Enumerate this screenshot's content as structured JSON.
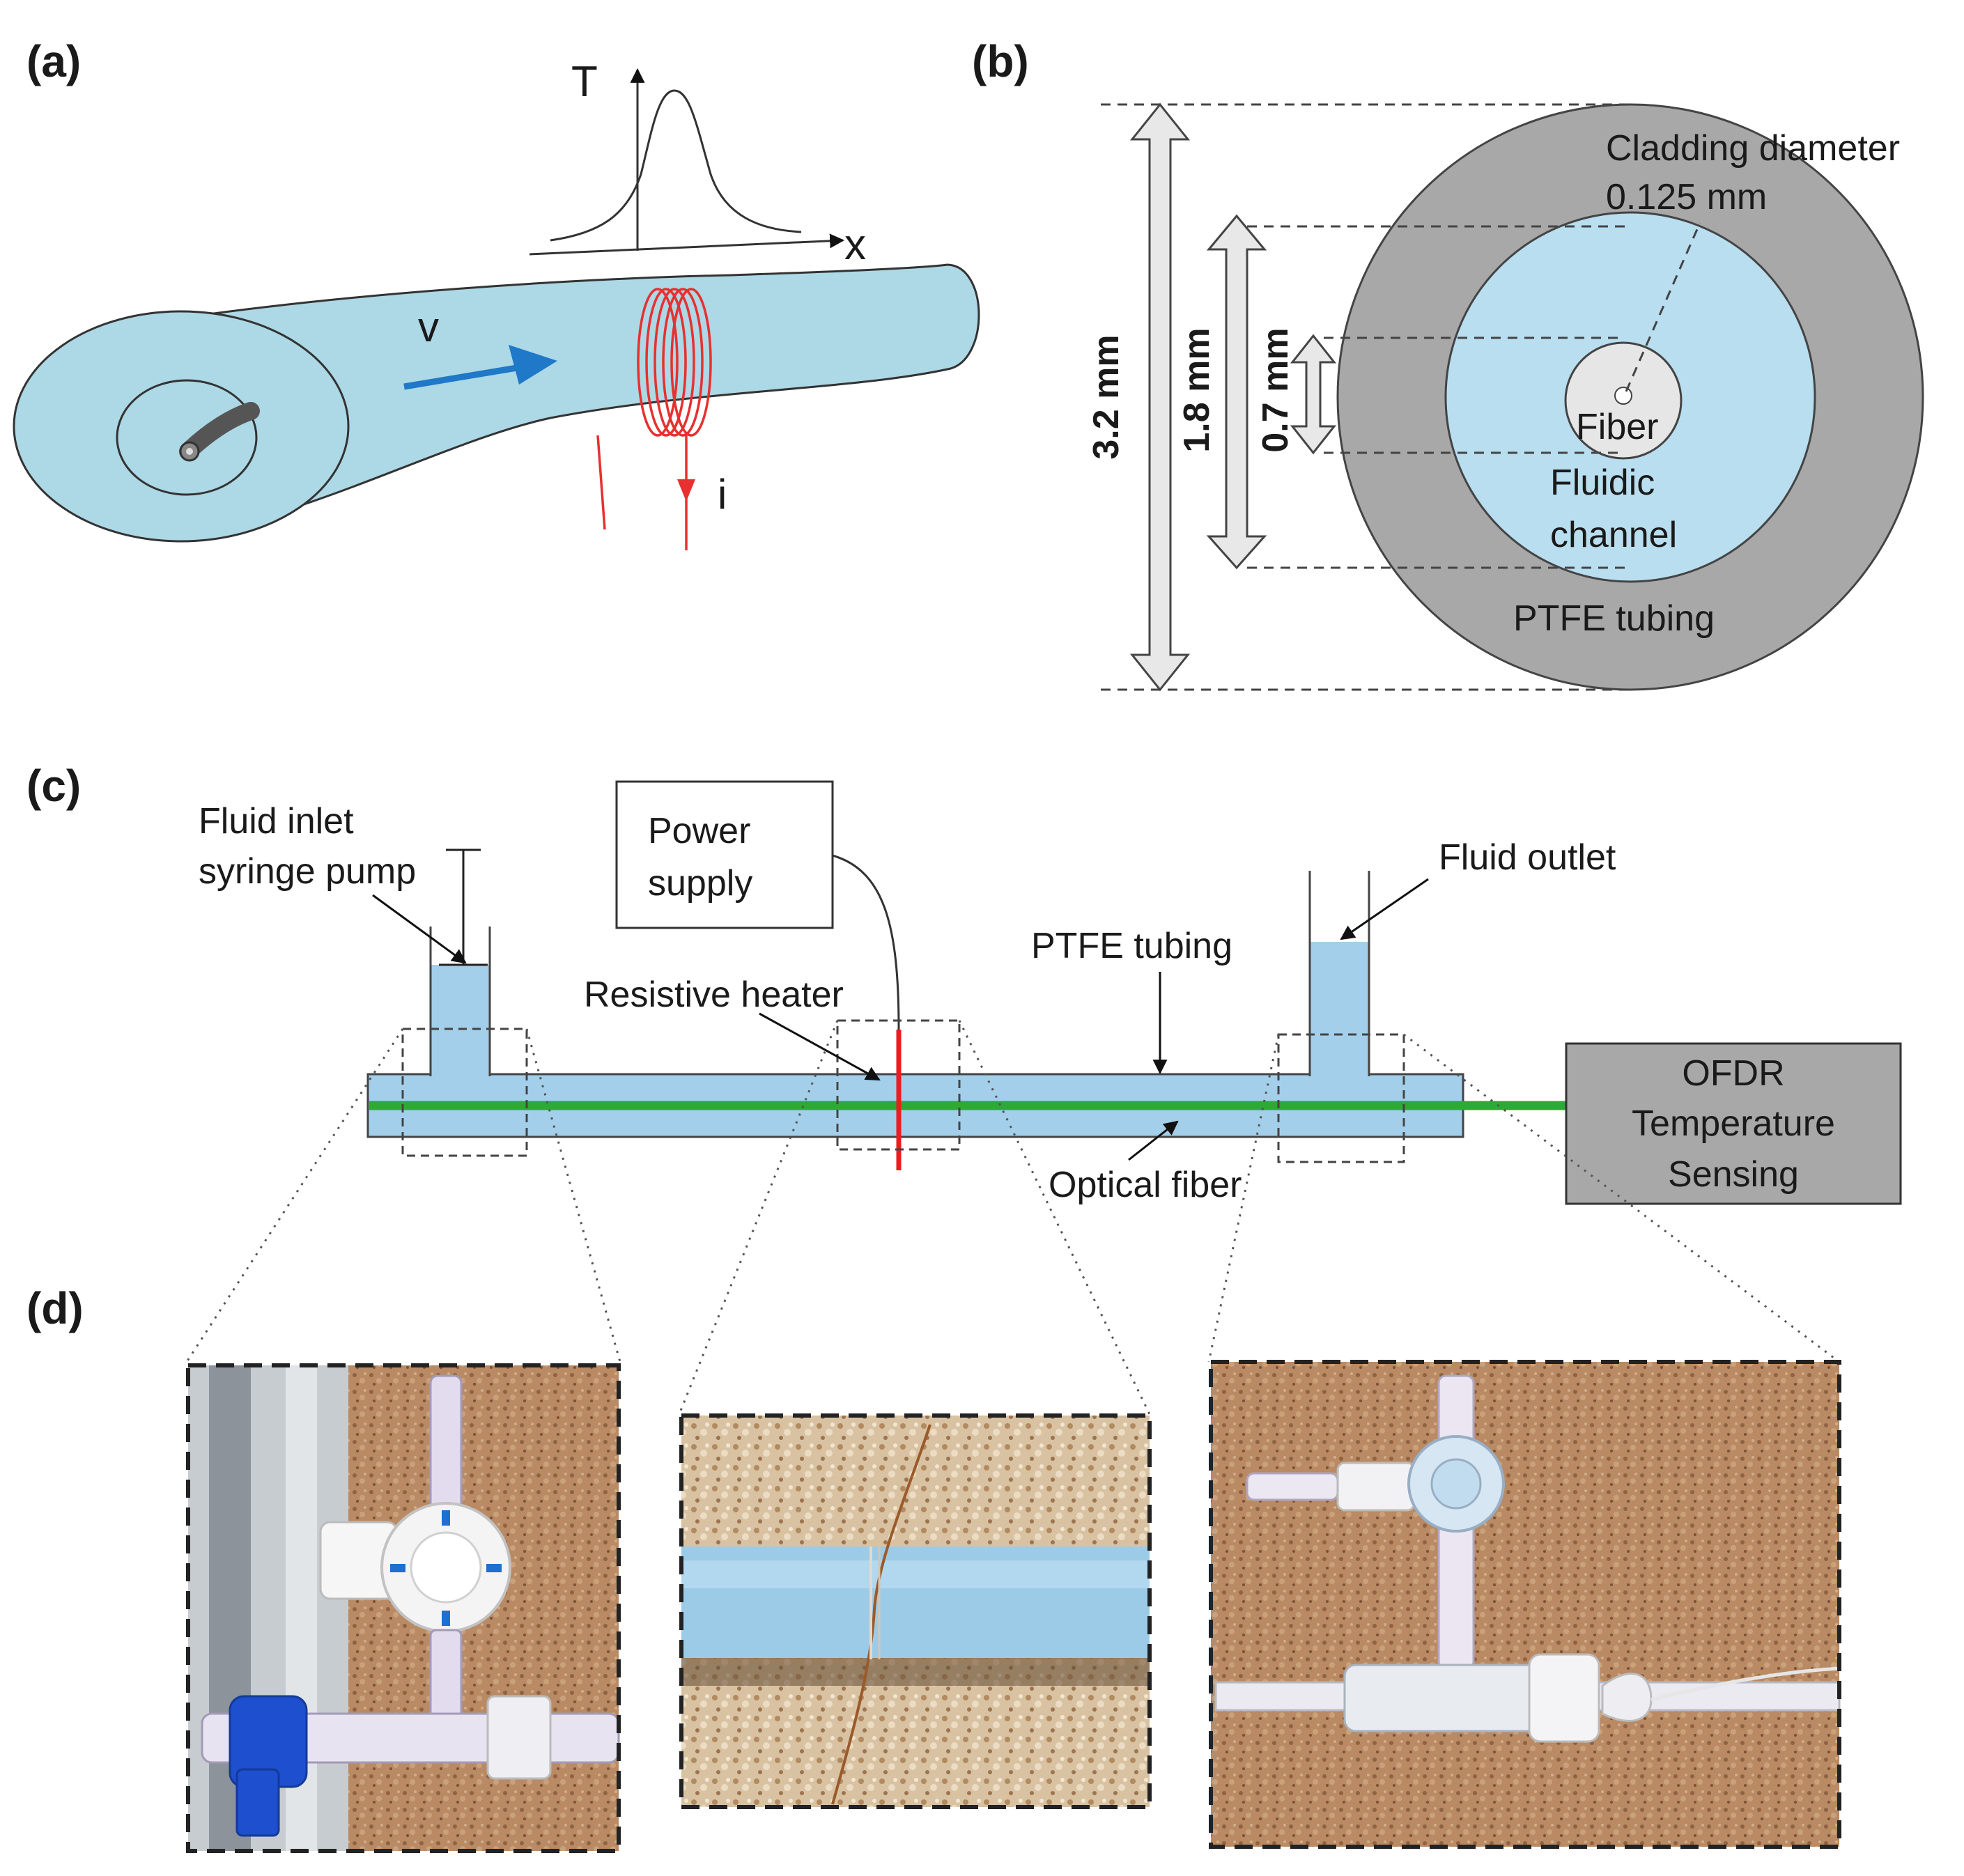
{
  "panels": {
    "a": "(a)",
    "b": "(b)",
    "c": "(c)",
    "d": "(d)"
  },
  "panel_a": {
    "axis_y": "T",
    "axis_x": "x",
    "velocity": "v",
    "current": "i"
  },
  "panel_b": {
    "dim_outer": "3.2 mm",
    "dim_middle": "1.8 mm",
    "dim_inner": "0.7 mm",
    "cladding_line1": "Cladding diameter",
    "cladding_line2": "0.125 mm",
    "fiber": "Fiber",
    "channel_line1": "Fluidic",
    "channel_line2": "channel",
    "tubing": "PTFE tubing"
  },
  "panel_c": {
    "inlet_line1": "Fluid inlet",
    "inlet_line2": "syringe pump",
    "power_line1": "Power",
    "power_line2": "supply",
    "heater": "Resistive heater",
    "tubing": "PTFE tubing",
    "outlet": "Fluid outlet",
    "fiber": "Optical fiber",
    "ofdr_line1": "OFDR",
    "ofdr_line2": "Temperature",
    "ofdr_line3": "Sensing"
  },
  "colors": {
    "fluid": "#add8e6",
    "channel": "#b8def0",
    "tubing_gray": "#a8a8a8",
    "fiber_green": "#2ea836",
    "heater_red": "#e81e1e",
    "arrow_blue": "#1f78c8",
    "ofdr_box": "#a8a8a8"
  }
}
